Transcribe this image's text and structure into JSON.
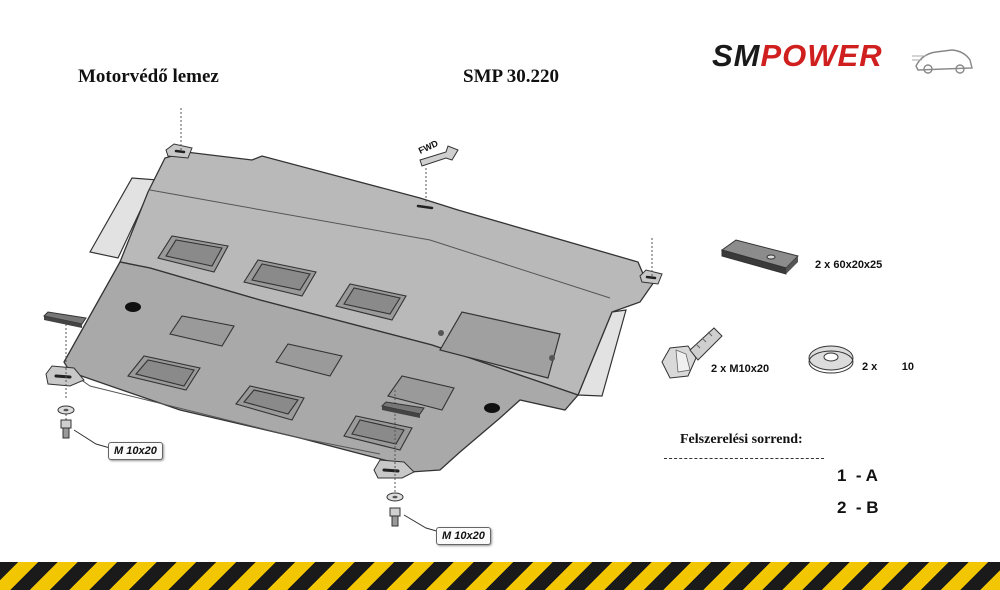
{
  "header": {
    "title": "Motorvédő lemez",
    "code": "SMP 30.220",
    "logo_prefix": "SM",
    "logo_suffix": "POWER"
  },
  "parts": {
    "plate_label": "2 x 60x20x25",
    "bolt_label": "2 x  M10x20",
    "washer_label": "2 x        10"
  },
  "callouts": {
    "left": "M 10x20",
    "right": "M 10x20"
  },
  "direction_arrow": "FWD",
  "install_order": {
    "title": "Felszerelési sorrend:",
    "steps": [
      "1  - A",
      "2  - B"
    ]
  },
  "colors": {
    "logo_red": "#d01f1f",
    "hazard_yellow": "#f2c600",
    "hazard_black": "#1a1a1a"
  }
}
